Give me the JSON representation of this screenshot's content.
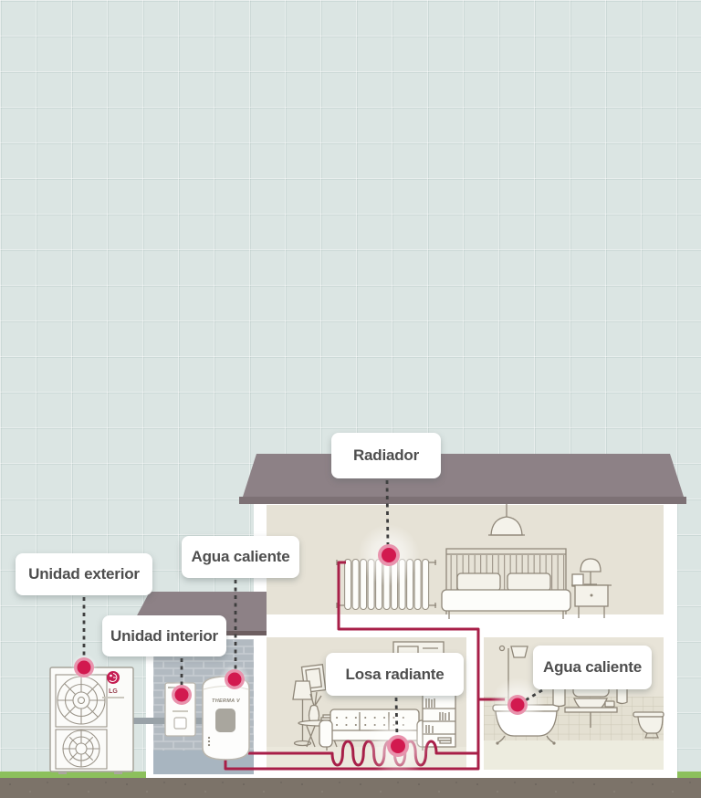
{
  "illustration": {
    "callouts": {
      "outdoor_unit": "Unidad exterior",
      "indoor_unit": "Unidad interior",
      "hot_water_tank": "Agua caliente",
      "radiator": "Radiador",
      "radiant_floor": "Losa radiante",
      "hot_water_bathroom": "Agua caliente"
    },
    "devices": {
      "outdoor_unit_brand": "LG",
      "tank_model": "THERMA V"
    },
    "colors": {
      "accent_dot": "#d2194f",
      "pipe": "#a81f48",
      "roof": "#8d8186",
      "background": "#dbe5e3",
      "room": "#e6e2d6",
      "grass": "#8cc05c",
      "soil": "#7c7369"
    }
  }
}
